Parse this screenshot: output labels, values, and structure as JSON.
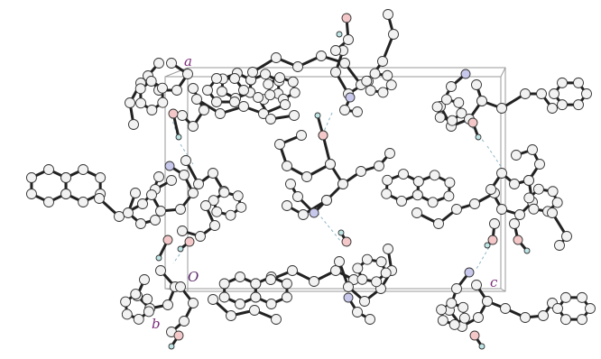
{
  "figure": {
    "kind": "crystal packing diagram (ORTEP style, unit cell outline)",
    "labels": {
      "axis_a": "a",
      "axis_b": "b",
      "axis_c": "c",
      "origin": "O"
    },
    "colors": {
      "background": "#ffffff",
      "bond": "#222222",
      "atom_carbon_fill": "#f2f2f2",
      "atom_carbon_stroke": "#333333",
      "atom_oxygen_fill": "#f4c8c8",
      "atom_nitrogen_fill": "#c8c8ec",
      "atom_hydrogen_fill": "#bfe6e6",
      "unit_cell": "#9a9a9a",
      "h_bond_dash": "#8fb6c8",
      "axis_label": "#7a2a7a"
    }
  }
}
